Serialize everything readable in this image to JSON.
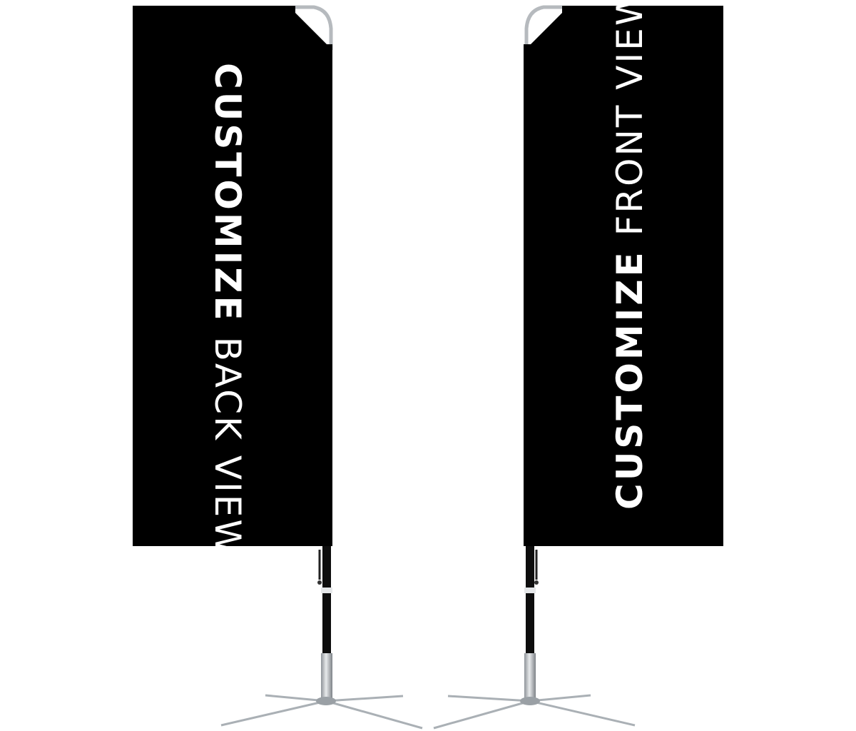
{
  "flags": {
    "back": {
      "bold_text": "CUSTOMIZE",
      "light_text": "BACK VIEW"
    },
    "front": {
      "bold_text": "CUSTOMIZE",
      "light_text": "FRONT VIEW"
    }
  },
  "colors": {
    "flag_fill": "#000000",
    "flag_text": "#ffffff",
    "pole": "#b8bcc0",
    "background": "#ffffff"
  }
}
